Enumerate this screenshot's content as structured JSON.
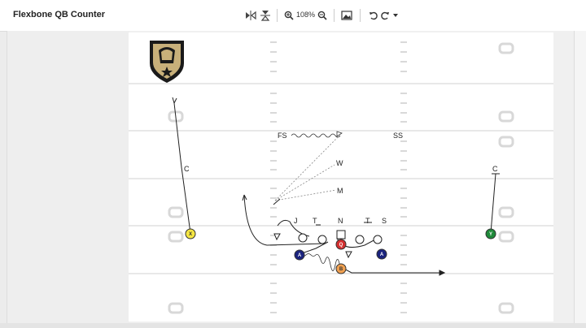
{
  "window": {
    "title": "Flexbone QB Counter"
  },
  "toolbar": {
    "flip_horizontal_icon": "flip-horizontal-icon",
    "flip_vertical_icon": "flip-vertical-icon",
    "zoom_in_icon": "zoom-in-icon",
    "zoom_level": "108%",
    "zoom_out_icon": "zoom-out-icon",
    "image_icon": "image-icon",
    "undo_icon": "undo-icon",
    "redo_icon": "redo-icon",
    "dropdown_icon": "chevron-down-icon"
  },
  "field": {
    "logo": "army-logo",
    "defense_labels": {
      "fs": "FS",
      "ss": "SS",
      "w": "W",
      "m": "M",
      "j": "J",
      "t_left": "T",
      "n": "N",
      "t_right": "T",
      "s": "S",
      "c_left": "C",
      "c_right": "C"
    },
    "player_labels": {
      "x": "X",
      "y": "Y",
      "a_left": "A",
      "a_right": "A",
      "q": "Q",
      "b": "B"
    },
    "colors": {
      "x": "#f5e642",
      "y": "#1f8a3a",
      "a": "#1a237e",
      "q": "#d32f2f",
      "b": "#f0a050"
    }
  }
}
